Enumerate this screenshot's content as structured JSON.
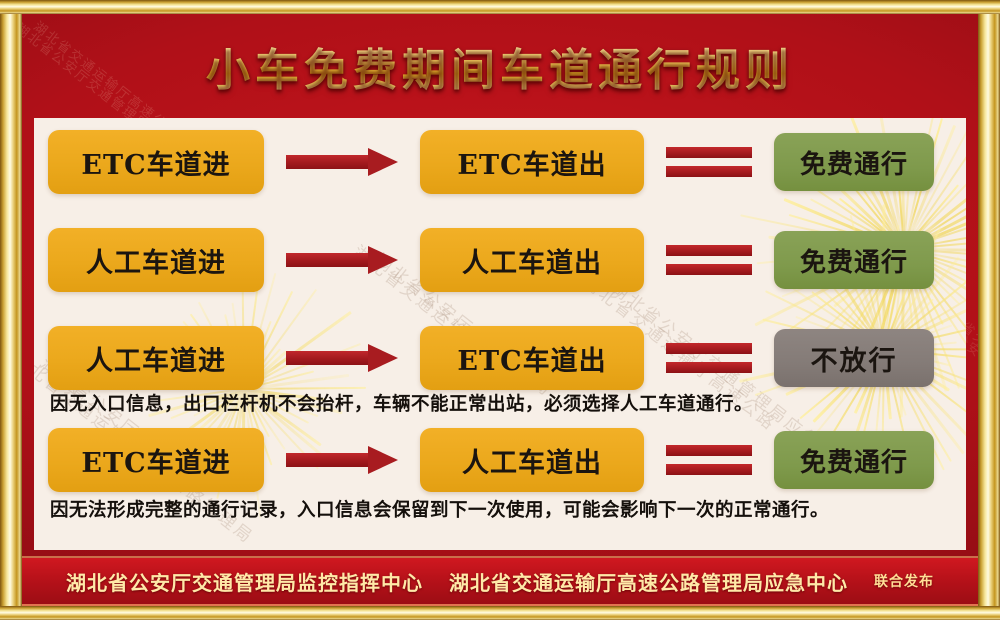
{
  "poster": {
    "title": "小车免费期间车道通行规则",
    "watermarks": [
      "湖北省公安厅交通管理局",
      "湖北省交通运输厅高速公路管理局应急中心",
      "湖北省公安厅交通管理",
      "湖北省交通运输厅高速"
    ],
    "panel_watermarks": [
      "湖北省交通运输厅",
      "湖北省公安厅交通管理局",
      "湖北省交通运输厅高速公路",
      "湖北省公安厅交通管理局应急中心",
      "湖北省交通运输厅高速公路管理局",
      "湖北省公安厅交通"
    ]
  },
  "colors": {
    "background_red": "#b01018",
    "frame_gold": "#e8c25a",
    "panel_cream": "#f7efe7",
    "box_amber": "#eba81c",
    "box_green": "#7f9a4c",
    "box_gray": "#847b77",
    "arrow_red": "#a81c20",
    "title_gold": "#f2cf6d",
    "footer_red": "#b51119"
  },
  "rules": [
    {
      "entry": "ETC车道进",
      "arrow": "right-arrow-icon",
      "exit": "ETC车道出",
      "equals": "equals-icon",
      "result": "免费通行",
      "result_type": "allowed",
      "note": ""
    },
    {
      "entry": "人工车道进",
      "arrow": "right-arrow-icon",
      "exit": "人工车道出",
      "equals": "equals-icon",
      "result": "免费通行",
      "result_type": "allowed",
      "note": ""
    },
    {
      "entry": "人工车道进",
      "arrow": "right-arrow-icon",
      "exit": "ETC车道出",
      "equals": "equals-icon",
      "result": "不放行",
      "result_type": "denied",
      "note": "因无入口信息，出口栏杆机不会抬杆，车辆不能正常出站，必须选择人工车道通行。"
    },
    {
      "entry": "ETC车道进",
      "arrow": "right-arrow-icon",
      "exit": "人工车道出",
      "equals": "equals-icon",
      "result": "免费通行",
      "result_type": "allowed",
      "note": "因无法形成完整的通行记录，入口信息会保留到下一次使用，可能会影响下一次的正常通行。"
    }
  ],
  "notes": {
    "note_1": "因无入口信息，出口栏杆机不会抬杆，车辆不能正常出站，必须选择人工车道通行。",
    "note_2": "因无法形成完整的通行记录，入口信息会保留到下一次使用，可能会影响下一次的正常通行。"
  },
  "footer": {
    "org_1": "湖北省公安厅交通管理局监控指挥中心",
    "org_2": "湖北省交通运输厅高速公路管理局应急中心",
    "joint": "联合发布"
  }
}
